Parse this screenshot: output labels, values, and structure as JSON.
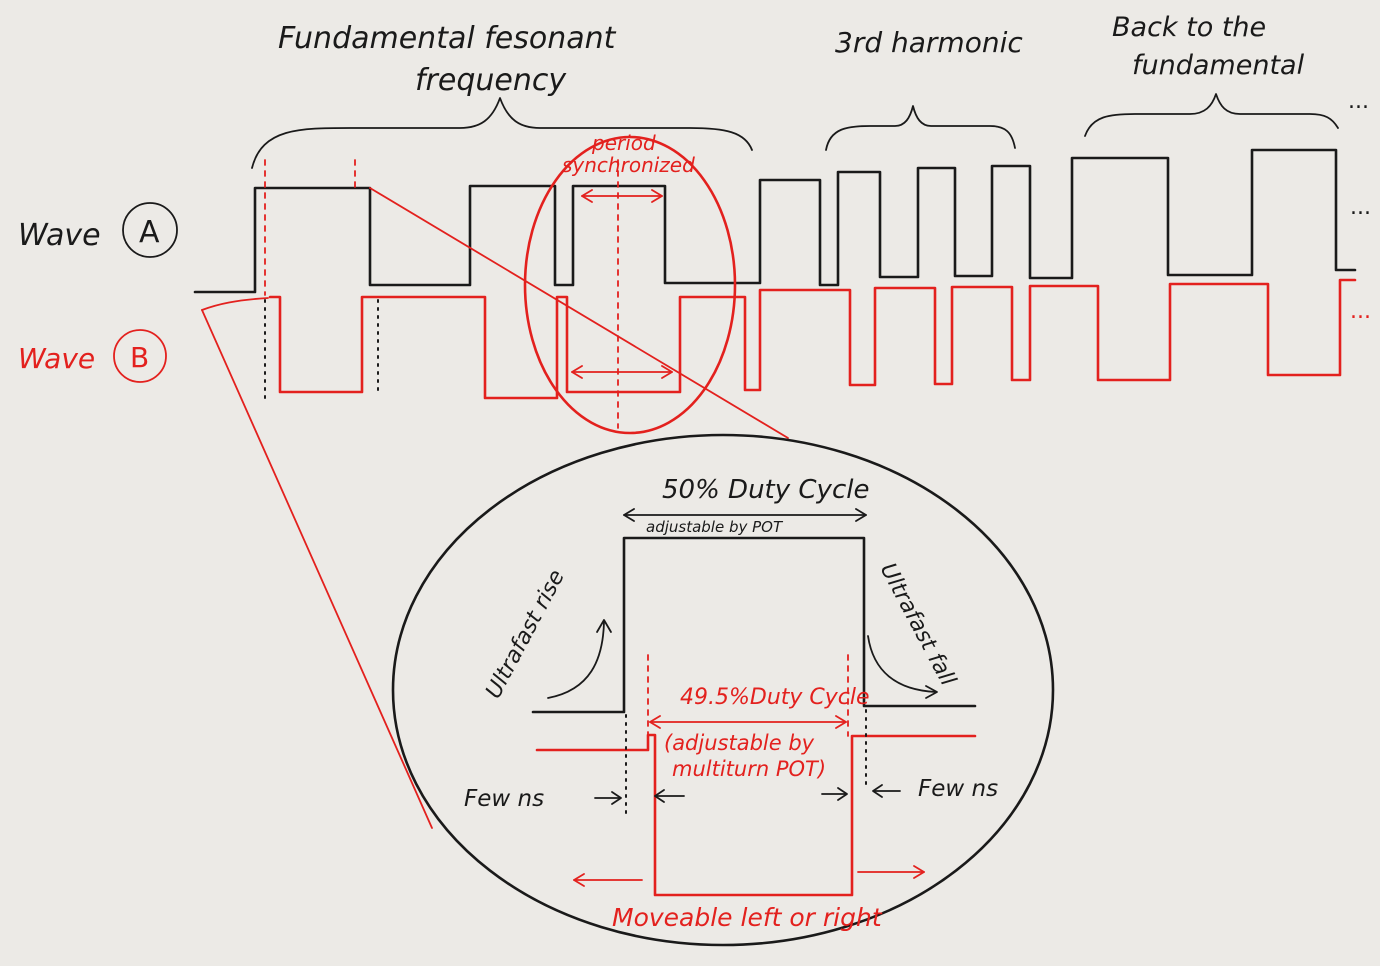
{
  "labels": {
    "fundamental_line1": "Fundamental fesonant",
    "fundamental_line2": "frequency",
    "third_harmonic": "3rd harmonic",
    "back_line1": "Back to the",
    "back_line2": "fundamental",
    "ellipsis": "...",
    "period_line1": "period",
    "period_line2": "synchronized",
    "wave_a": "Wave",
    "wave_a_letter": "A",
    "wave_b": "Wave",
    "wave_b_letter": "B"
  },
  "detail": {
    "duty_a": "50% Duty Cycle",
    "adjust_a": "adjustable by POT",
    "rise": "Ultrafast rise",
    "fall": "Ultrafast fall",
    "duty_b": "49.5%Duty Cycle",
    "adjust_b_line1": "(adjustable by",
    "adjust_b_line2": "multiturn POT)",
    "few_ns_left": "Few ns",
    "few_ns_right": "Few ns",
    "moveable": "Moveable left or right"
  },
  "colors": {
    "ink": "#1a1a1a",
    "red": "#e3211e",
    "paper": "#eceae6"
  }
}
